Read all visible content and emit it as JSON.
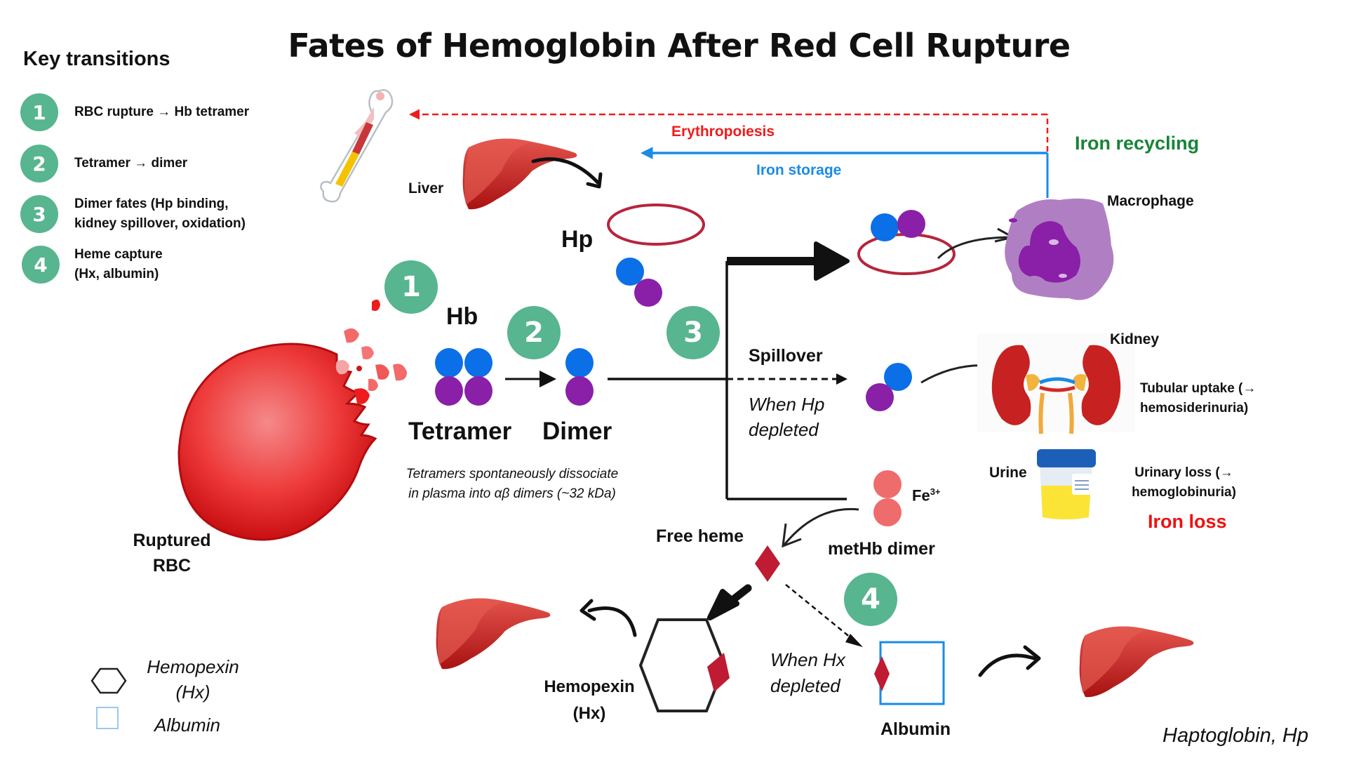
{
  "title": "Fates of Hemoglobin After Red Cell Rupture",
  "key": {
    "heading": "Key transitions",
    "items": [
      {
        "num": "1",
        "line1": "RBC rupture → Hb tetramer",
        "line2": ""
      },
      {
        "num": "2",
        "line1": "Tetramer → dimer",
        "line2": ""
      },
      {
        "num": "3",
        "line1": "Dimer fates (Hp binding,",
        "line2": "kidney spillover, oxidation)"
      },
      {
        "num": "4",
        "line1": "Heme capture",
        "line2": "(Hx, albumin)"
      }
    ]
  },
  "labels": {
    "liver": "Liver",
    "hp": "Hp",
    "hb": "Hb",
    "tetramer": "Tetramer",
    "dimer": "Dimer",
    "ruptured_rbc_line1": "Ruptured",
    "ruptured_rbc_line2": "RBC",
    "dissociation_note_line1": "Tetramers spontaneously dissociate",
    "dissociation_note_line2": "in plasma into αβ dimers (~32 kDa)",
    "erythropoiesis": "Erythropoiesis",
    "iron_storage": "Iron storage",
    "iron_recycling": "Iron recycling",
    "macrophage": "Macrophage",
    "spillover": "Spillover",
    "when_hp_line1": "When Hp",
    "when_hp_line2": "depleted",
    "kidney": "Kidney",
    "tubular_line1": "Tubular uptake (→",
    "tubular_line2": "hemosiderinuria)",
    "urine": "Urine",
    "urinary_line1": "Urinary loss (→",
    "urinary_line2": "hemoglobinuria)",
    "iron_loss": "Iron loss",
    "fe3": "Fe",
    "fe3_sup": "3+",
    "methb_dimer": "metHb dimer",
    "free_heme": "Free heme",
    "hemopexin_line1": "Hemopexin",
    "hemopexin_line2": "(Hx)",
    "when_hx_line1": "When Hx",
    "when_hx_line2": "depleted",
    "albumin": "Albumin",
    "footer": "Haptoglobin, Hp"
  },
  "step_badges": [
    "1",
    "2",
    "3",
    "4"
  ],
  "legend": {
    "hemopexin_line1": "Hemopexin",
    "hemopexin_line2": "(Hx)",
    "albumin": "Albumin"
  },
  "colors": {
    "badge": "#57b58f",
    "alpha_chain": "#0b6fe8",
    "beta_chain": "#8a1fa8",
    "hp_ring": "#b8243c",
    "heme": "#bf1b33",
    "methb": "#ef6c6c",
    "erythropoiesis": "#ee1c1c",
    "iron_storage": "#1a8be6",
    "iron_recycling": "#168437",
    "iron_loss": "#ee1111",
    "albumin_box": "#1a8be6"
  }
}
